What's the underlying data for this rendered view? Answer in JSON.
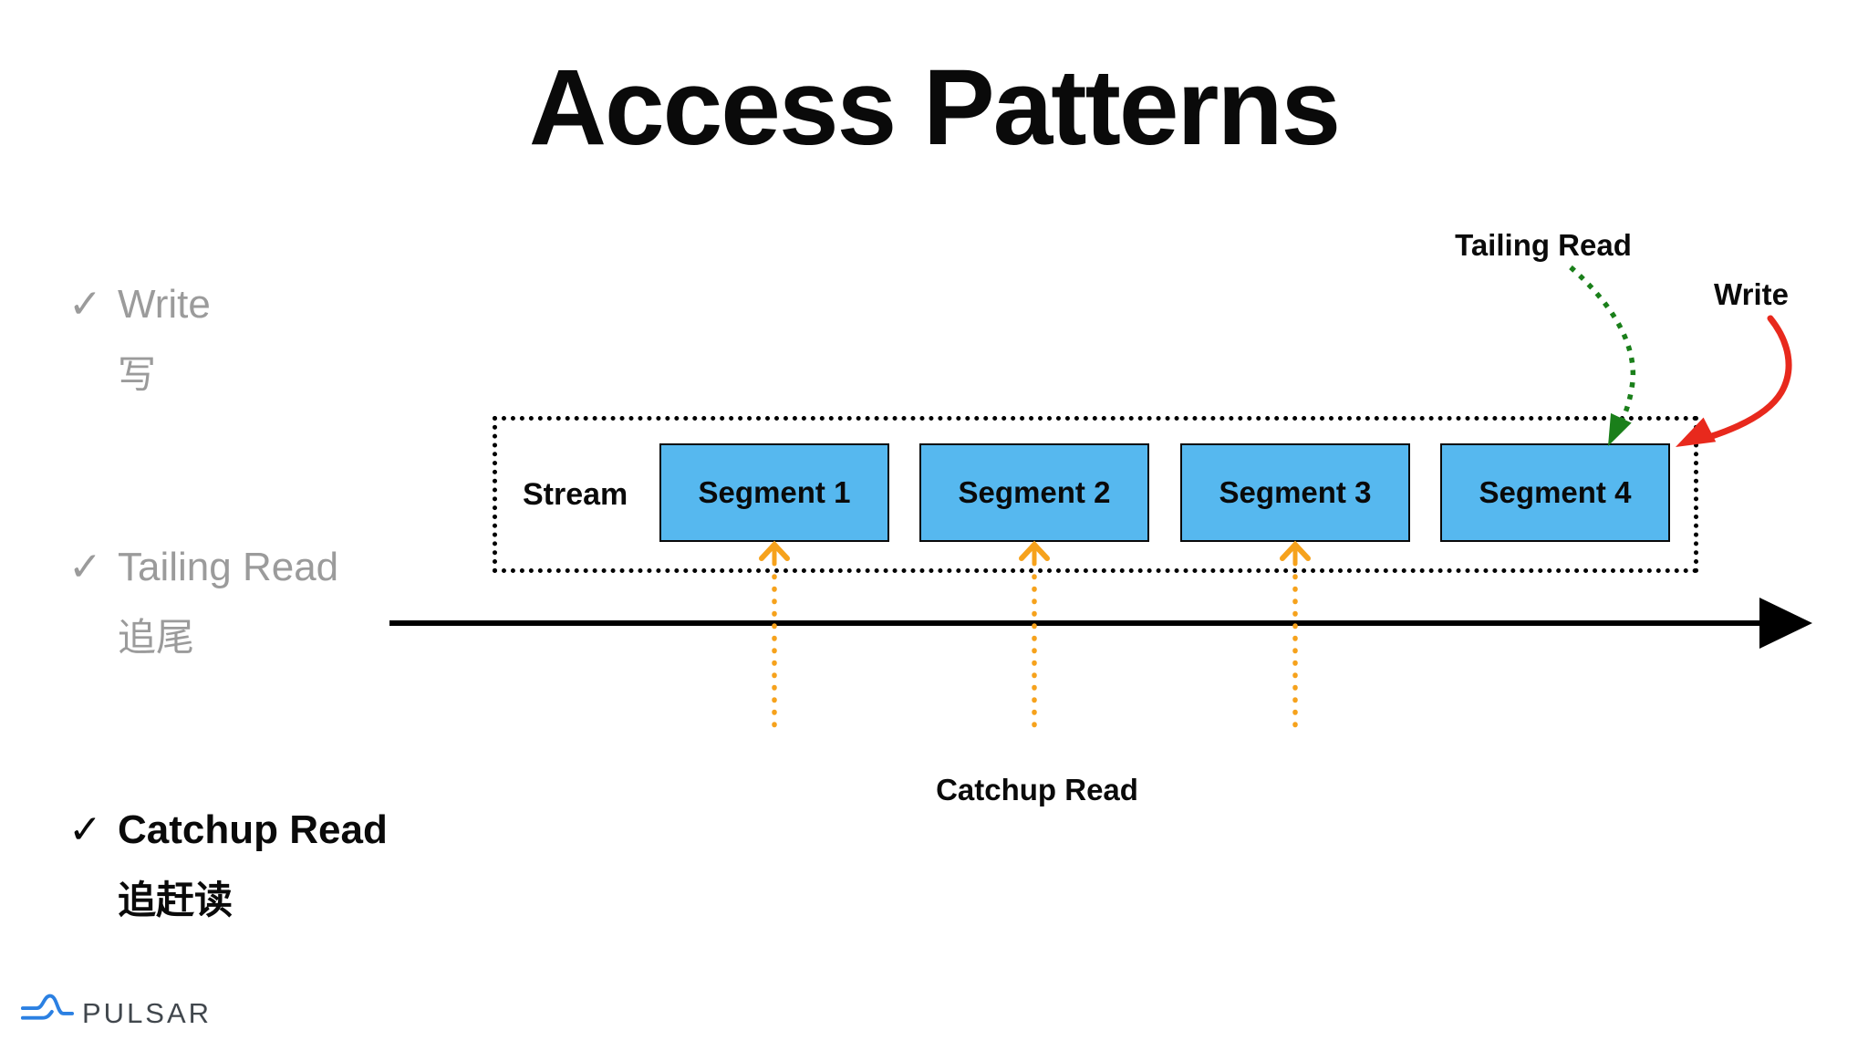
{
  "title": "Access Patterns",
  "checklist": {
    "items": [
      {
        "check": "✓",
        "label": "Write",
        "label_cjk": "写",
        "emphasized": false
      },
      {
        "check": "✓",
        "label": "Tailing Read",
        "label_cjk": "追尾",
        "emphasized": false
      },
      {
        "check": "✓",
        "label": "Catchup Read",
        "label_cjk": "追赶读",
        "emphasized": true
      }
    ]
  },
  "diagram": {
    "stream_label": "Stream",
    "segments": [
      "Segment 1",
      "Segment 2",
      "Segment 3",
      "Segment 4"
    ],
    "annotations": {
      "tailing_read": "Tailing Read",
      "write": "Write",
      "catchup_read": "Catchup Read"
    },
    "colors": {
      "segment_fill": "#56b8ef",
      "segment_border": "#0a0a0a",
      "tailing_arrow": "#1a7f1a",
      "write_arrow": "#e8291d",
      "catchup_arrow": "#f6a21c",
      "timeline_arrow": "#000000",
      "muted_text": "#9b9b9b"
    }
  },
  "footer": {
    "logo_text": "PULSAR",
    "logo_blue": "#2b80e2",
    "logo_text_color": "#41474d"
  }
}
